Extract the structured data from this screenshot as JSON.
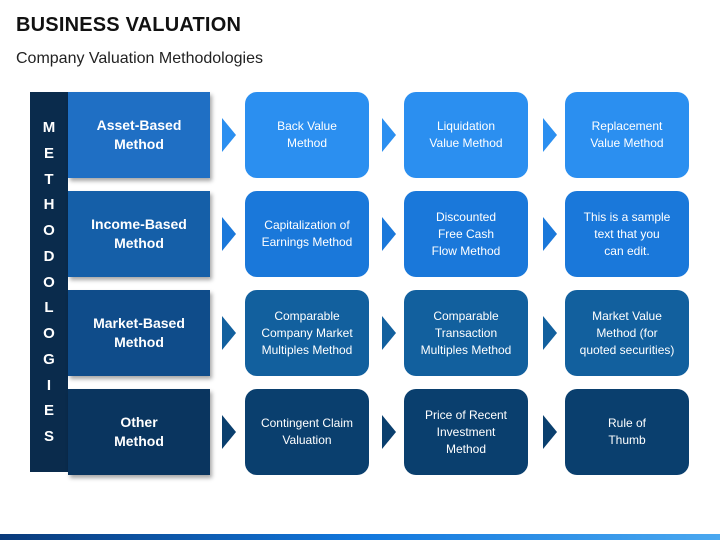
{
  "header": {
    "title": "BUSINESS VALUATION",
    "subtitle": "Company Valuation Methodologies"
  },
  "sidebar": {
    "letters": [
      "M",
      "E",
      "T",
      "H",
      "O",
      "D",
      "O",
      "L",
      "O",
      "G",
      "I",
      "E",
      "S"
    ]
  },
  "rows": [
    {
      "method": "Asset-Based\nMethod",
      "items": [
        "Back Value\nMethod",
        "Liquidation\nValue Method",
        "Replacement\nValue Method"
      ]
    },
    {
      "method": "Income-Based\nMethod",
      "items": [
        "Capitalization of\nEarnings Method",
        "Discounted\nFree Cash\nFlow Method",
        "This is a sample\ntext that you\ncan edit."
      ]
    },
    {
      "method": "Market-Based\nMethod",
      "items": [
        "Comparable\nCompany Market\nMultiples Method",
        "Comparable\nTransaction\nMultiples Method",
        "Market Value\nMethod (for\nquoted securities)"
      ]
    },
    {
      "method": "Other\nMethod",
      "items": [
        "Contingent Claim\nValuation",
        "Price of Recent\nInvestment\nMethod",
        "Rule of\nThumb"
      ]
    }
  ],
  "colors": {
    "sidebar": "#0a2b4c",
    "row_method": [
      "#1f6fc4",
      "#155fa8",
      "#0f4c8a",
      "#0a355f"
    ],
    "row_card": [
      "#2b8ff0",
      "#1a78da",
      "#12609e",
      "#0a3f6e"
    ],
    "bottom_bar": [
      "#0a3a7a",
      "#4aa8f0"
    ]
  }
}
